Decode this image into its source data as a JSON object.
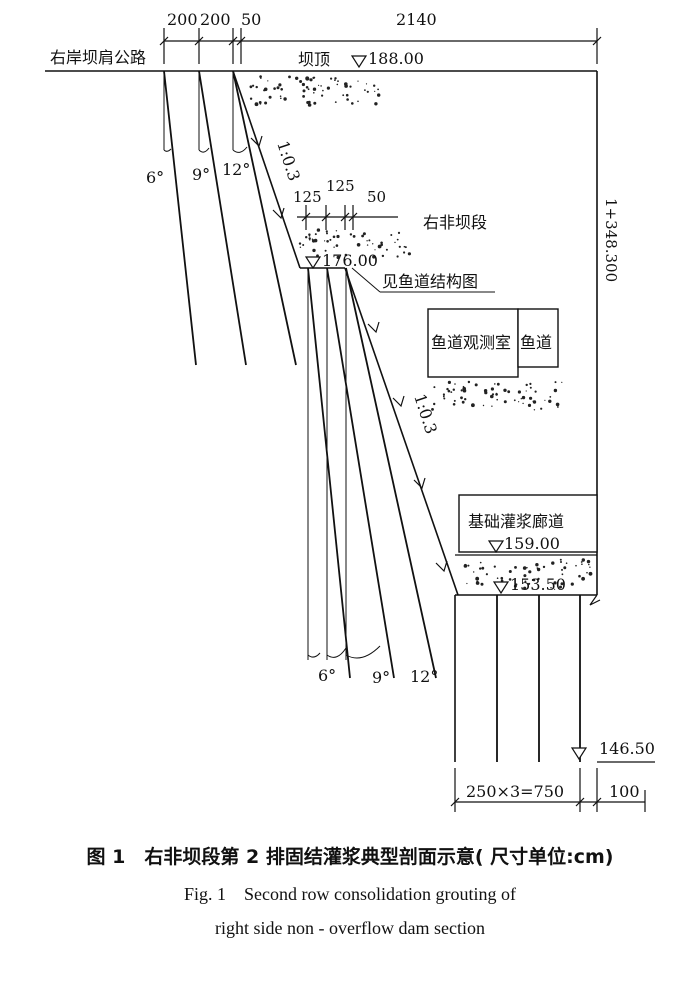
{
  "dimensions": {
    "top_1": "200",
    "top_2": "200",
    "top_3": "50",
    "top_4": "2140",
    "berm_1": "125",
    "berm_2": "125",
    "berm_3": "50",
    "bottom_1": "250×3=750",
    "bottom_2": "100"
  },
  "labels": {
    "road": "右岸坝肩公路",
    "crest": "坝顶",
    "section": "右非坝段",
    "fishway_ref": "见鱼道结构图",
    "fish_room": "鱼道观测室",
    "fishway": "鱼道",
    "gallery": "基础灌浆廊道",
    "station": "1+348.300"
  },
  "elevations": {
    "crest": "188.00",
    "berm": "176.00",
    "gallery_floor": "159.00",
    "foundation": "153.50",
    "hole_bottom": "146.50"
  },
  "slopes": {
    "upper": "1:0.3",
    "lower": "1:0.3"
  },
  "angles": {
    "upper": [
      "6°",
      "9°",
      "12°"
    ],
    "lower": [
      "6°",
      "9°",
      "12°"
    ]
  },
  "caption": {
    "zh": "图 1　右非坝段第 2 排固结灌浆典型剖面示意( 尺寸单位:cm)",
    "en_line1": "Fig. 1　Second row consolidation grouting of",
    "en_line2": "right side non - overflow dam section"
  }
}
